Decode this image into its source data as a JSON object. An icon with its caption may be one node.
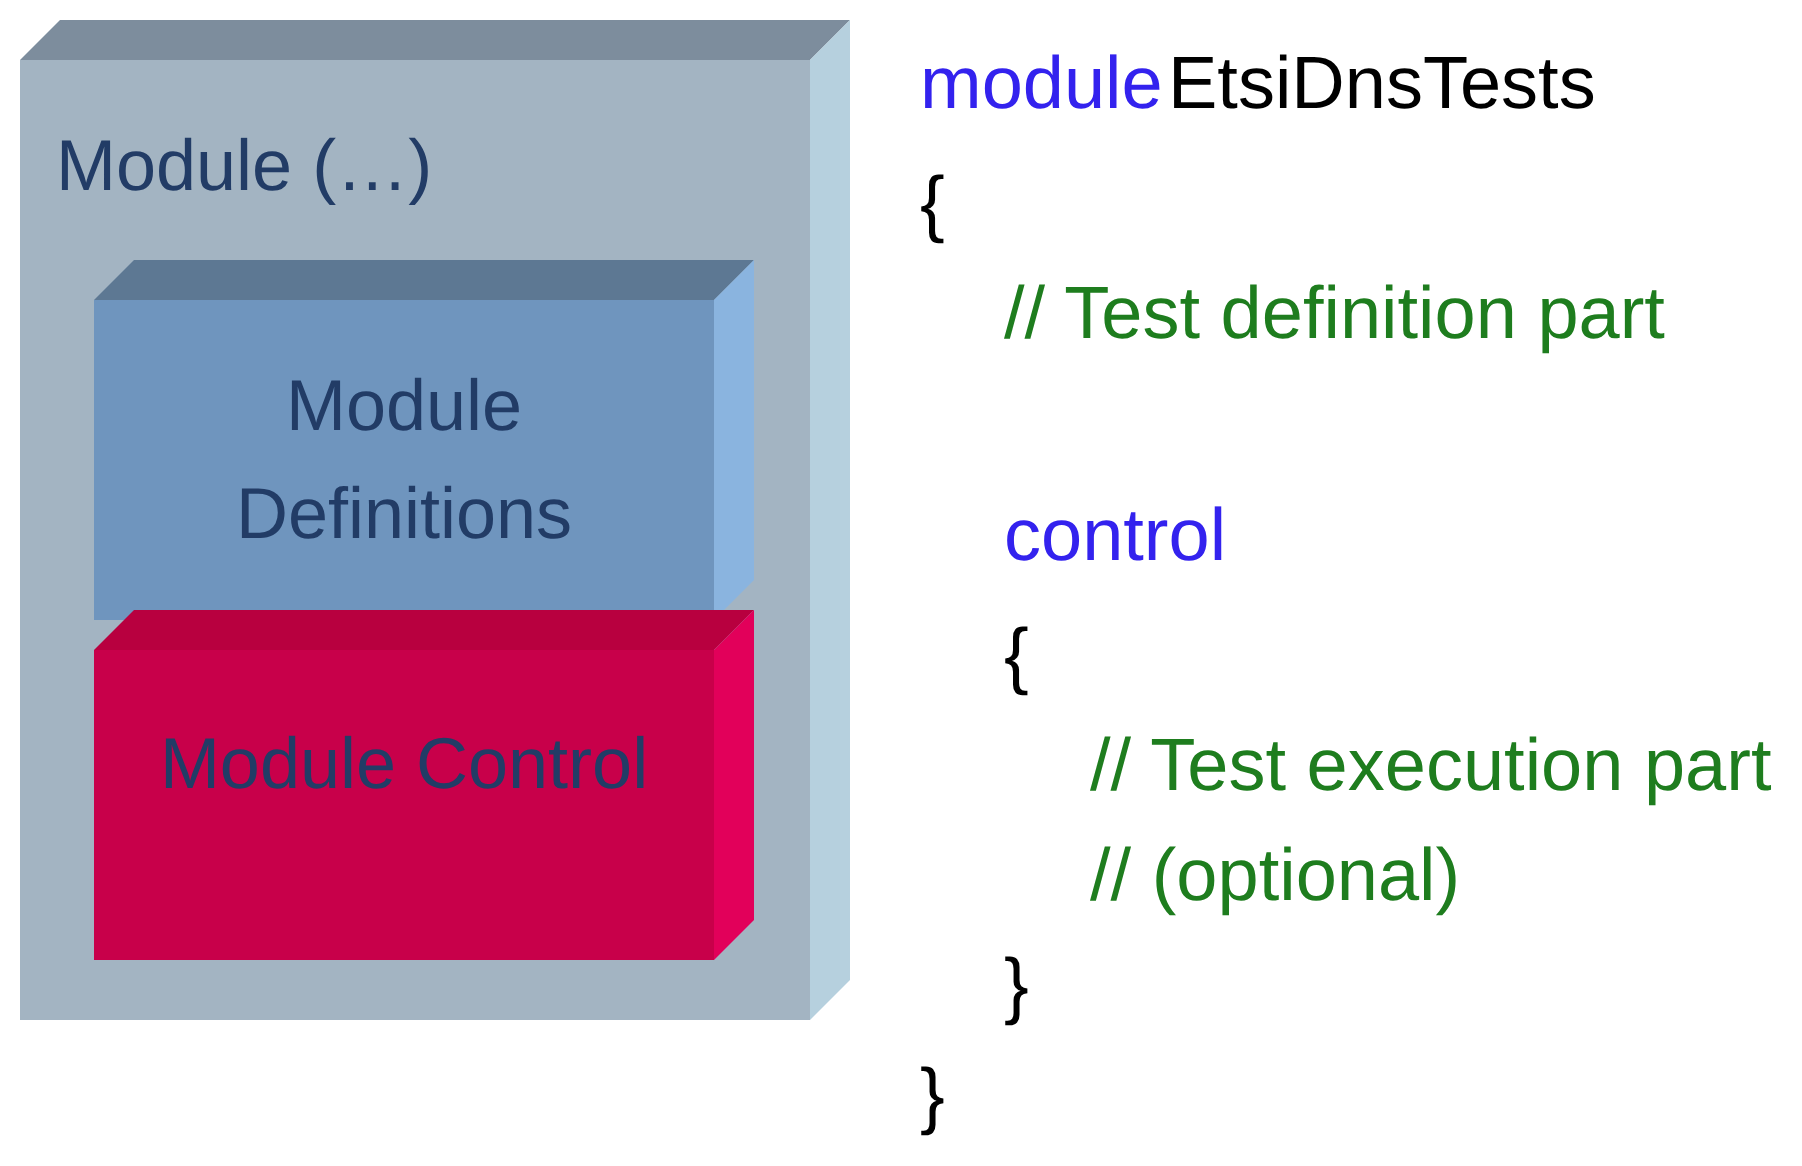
{
  "diagram": {
    "nodes": [
      {
        "text": [
          "Module (…)"
        ]
      },
      {
        "text": [
          "Module Definitions"
        ],
        "in": 0
      },
      {
        "text": [
          "Module Control"
        ],
        "in": 0
      }
    ],
    "labels": [
      "module",
      "EtsiDnsTests",
      "{",
      "// Test definition part",
      "control",
      "{",
      "// Test execution part",
      "// (optional)",
      "}",
      "}"
    ]
  }
}
